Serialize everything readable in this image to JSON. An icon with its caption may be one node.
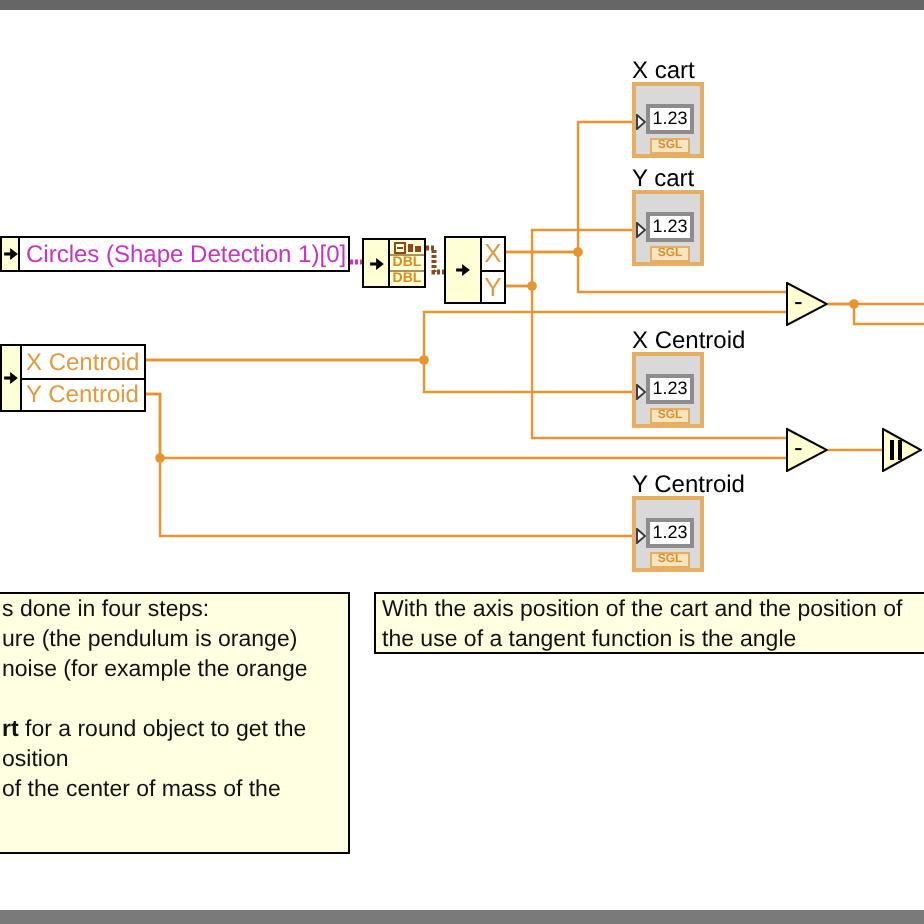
{
  "diagram": {
    "nodes": [
      {
        "text": [
          "X cart",
          "1.23",
          "SGL"
        ]
      },
      {
        "text": [
          "Y cart",
          "1.23",
          "SGL"
        ]
      },
      {
        "text": [
          "Circles (Shape Detection 1)[0]"
        ]
      },
      {
        "text": [
          "DBL",
          "DBL"
        ]
      },
      {
        "text": [
          "X",
          "Y"
        ]
      },
      {
        "text": [
          "-"
        ]
      },
      {
        "text": [
          "X Centroid",
          "Y Centroid"
        ]
      },
      {
        "text": [
          "X Centroid",
          "1.23",
          "SGL"
        ]
      },
      {
        "text": [
          "-"
        ]
      },
      {
        "text": [],
        "shape": "triangle"
      },
      {
        "text": [
          "Y Centroid",
          "1.23",
          "SGL"
        ]
      },
      {
        "text": [
          "s done in four steps:",
          "ure (the pendulum is orange)",
          "noise (for example the orange",
          "**rt** for a round object to get the",
          "osition",
          "of the center of mass of the"
        ]
      },
      {
        "text": [
          "With the axis position of the cart and the position of the use of a tangent function is the angle"
        ]
      }
    ],
    "edges": [
      {
        "from": 2,
        "to": 3,
        "arrow": "none",
        "style": "dashed",
        "color": "#cc33cc"
      },
      {
        "from": 3,
        "to": 4,
        "arrow": "none",
        "style": "dashed",
        "color": "#8b4a1c"
      },
      {
        "from": 4,
        "to": 0,
        "arrow": "none"
      },
      {
        "from": 4,
        "to": 5,
        "arrow": "none"
      },
      {
        "from": 4,
        "to": 1,
        "arrow": "none"
      },
      {
        "from": 4,
        "to": 8,
        "arrow": "none"
      },
      {
        "from": 6,
        "to": 5,
        "arrow": "none"
      },
      {
        "from": 6,
        "to": 7,
        "arrow": "none"
      },
      {
        "from": 6,
        "to": 8,
        "arrow": "none"
      },
      {
        "from": 6,
        "to": 10,
        "arrow": "none"
      },
      {
        "from": 5,
        "to": null,
        "arrow": "none"
      },
      {
        "from": 5,
        "to": null,
        "arrow": "none"
      },
      {
        "from": 8,
        "to": 9,
        "arrow": "none"
      }
    ]
  }
}
